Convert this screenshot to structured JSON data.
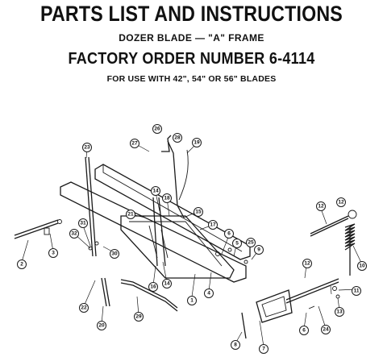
{
  "header": {
    "title": "PARTS LIST AND INSTRUCTIONS",
    "subtitle": "DOZER BLADE — \"A\" FRAME",
    "order": "FACTORY ORDER NUMBER 6-4114",
    "usage": "FOR USE WITH 42\", 54\" OR 56\" BLADES"
  },
  "callouts": [
    {
      "id": "c1",
      "label": "1"
    },
    {
      "id": "c2",
      "label": "2"
    },
    {
      "id": "c3",
      "label": "3"
    },
    {
      "id": "c4",
      "label": "4"
    },
    {
      "id": "c5",
      "label": "5"
    },
    {
      "id": "c6a",
      "label": "6"
    },
    {
      "id": "c6b",
      "label": "6"
    },
    {
      "id": "c7",
      "label": "7"
    },
    {
      "id": "c8",
      "label": "8"
    },
    {
      "id": "c9",
      "label": "9"
    },
    {
      "id": "c10",
      "label": "10"
    },
    {
      "id": "c11",
      "label": "11"
    },
    {
      "id": "c12a",
      "label": "12"
    },
    {
      "id": "c12b",
      "label": "12"
    },
    {
      "id": "c12c",
      "label": "12"
    },
    {
      "id": "c13",
      "label": "13"
    },
    {
      "id": "c14a",
      "label": "14"
    },
    {
      "id": "c14b",
      "label": "14"
    },
    {
      "id": "c15",
      "label": "15"
    },
    {
      "id": "c16",
      "label": "16"
    },
    {
      "id": "c17",
      "label": "17"
    },
    {
      "id": "c18",
      "label": "18"
    },
    {
      "id": "c19",
      "label": "19"
    },
    {
      "id": "c20",
      "label": "20"
    },
    {
      "id": "c21",
      "label": "21"
    },
    {
      "id": "c22",
      "label": "22"
    },
    {
      "id": "c23",
      "label": "23"
    },
    {
      "id": "c24",
      "label": "24"
    },
    {
      "id": "c25",
      "label": "25"
    },
    {
      "id": "c26",
      "label": "26"
    },
    {
      "id": "c27",
      "label": "27"
    },
    {
      "id": "c28",
      "label": "28"
    },
    {
      "id": "c29",
      "label": "29"
    },
    {
      "id": "c30",
      "label": "30"
    },
    {
      "id": "c31",
      "label": "31"
    },
    {
      "id": "c32",
      "label": "32"
    }
  ]
}
